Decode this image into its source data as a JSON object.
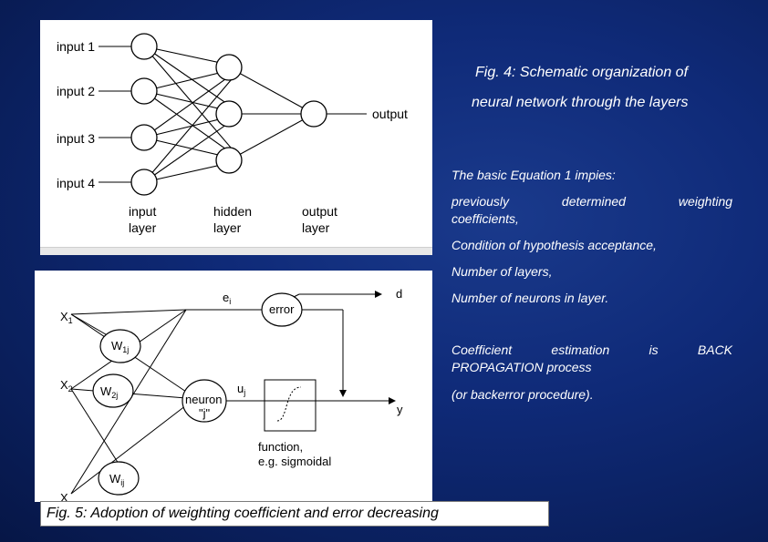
{
  "fig4": {
    "inputs": [
      "input 1",
      "input 2",
      "input 3",
      "input 4"
    ],
    "output_label": "output",
    "layer_labels": {
      "input": [
        "input",
        "layer"
      ],
      "hidden": [
        "hidden",
        "layer"
      ],
      "output": [
        "output",
        "layer"
      ]
    }
  },
  "fig4_caption": {
    "line1": "Fig. 4: Schematic organization of",
    "line2": "neural network through the layers"
  },
  "text": {
    "equation": "The basic Equation 1 impies:",
    "previously_line1": [
      "previously",
      "determined",
      "weighting"
    ],
    "previously_line2": "coefficients,",
    "condition": "Condition of hypothesis acceptance,",
    "layers": "Number of layers,",
    "neurons": "Number of neurons in layer.",
    "coef_line1": [
      "Coefficient",
      "estimation",
      "is",
      "BACK"
    ],
    "coef_line2": "PROPAGATION process",
    "backerror": "(or backerror procedure)."
  },
  "fig5": {
    "x1": "X",
    "x1_sub": "1",
    "x2": "X",
    "x2_sub": "2",
    "x3": "X",
    "w1": "W",
    "w1_sub": "1j",
    "w2": "W",
    "w2_sub": "2j",
    "wi": "W",
    "wi_sub": "ij",
    "ei": "e",
    "ei_sub": "i",
    "error": "error",
    "d": "d",
    "neuron_line1": "neuron",
    "neuron_line2": "\"j\"",
    "uj": "u",
    "uj_sub": "j",
    "y": "y",
    "function_line1": "function,",
    "function_line2": "e.g. sigmoidal"
  },
  "fig5_caption": "Fig. 5: Adoption of weighting coefficient and error decreasing"
}
